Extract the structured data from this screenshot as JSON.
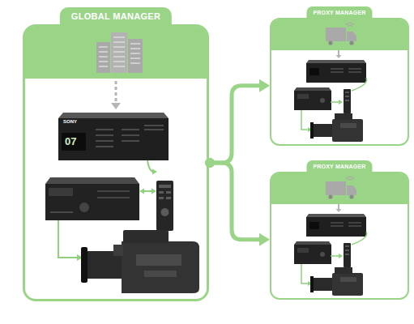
{
  "diagram": {
    "nodes": [
      {
        "text": [
          "GLOBAL MANAGER"
        ]
      },
      {
        "text": [
          "PROXY MANAGER"
        ]
      },
      {
        "text": [
          "PROXY MANAGER"
        ]
      }
    ],
    "edges": [
      {
        "from": 0,
        "to": 1,
        "arrow": "to"
      },
      {
        "from": 0,
        "to": 2,
        "arrow": "to"
      }
    ],
    "labels": [
      "SONY",
      "07"
    ]
  }
}
